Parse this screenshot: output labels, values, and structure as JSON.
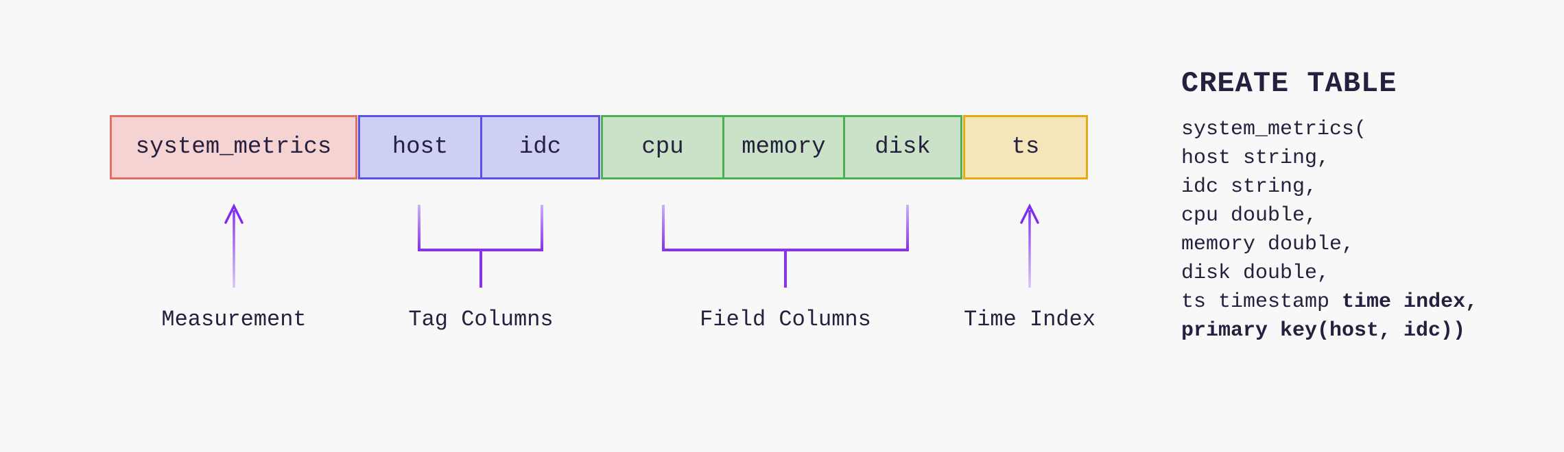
{
  "colors": {
    "bg": "#f8f8f8",
    "text": "#26203f",
    "accent": "#8b2ff0",
    "accent_light": "#cdb1f7",
    "measurement_fill": "#f5d3d3",
    "measurement_border": "#df7068",
    "tag_fill": "#cdcff4",
    "tag_border": "#5a52e6",
    "field_fill": "#cbe2c8",
    "field_border": "#4caf50",
    "time_fill": "#f4e6ba",
    "time_border": "#e8a912"
  },
  "table": {
    "name": "system_metrics",
    "tag_columns": [
      "host",
      "idc"
    ],
    "field_columns": [
      "cpu",
      "memory",
      "disk"
    ],
    "time_column": "ts"
  },
  "labels": {
    "measurement": "Measurement",
    "tag": "Tag Columns",
    "field": "Field Columns",
    "time": "Time Index"
  },
  "sql": {
    "heading": "CREATE TABLE",
    "lines": [
      "system_metrics(",
      "host string,",
      "idc string,",
      "cpu double,",
      "memory double,",
      "disk double,"
    ],
    "ts_line": {
      "plain": "ts timestamp ",
      "bold": "time index,"
    },
    "pk_line": "primary key(host, idc))"
  }
}
